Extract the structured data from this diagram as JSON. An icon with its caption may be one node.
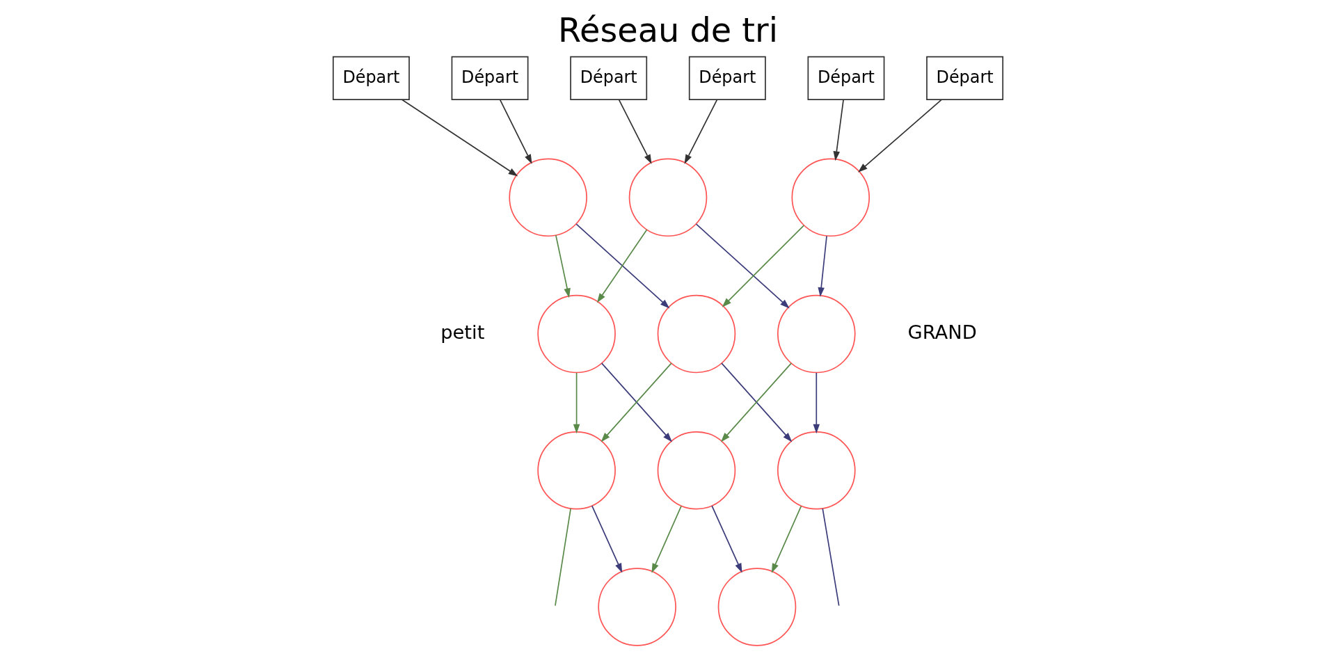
{
  "diagram": {
    "title": "Réseau de tri",
    "nodes": [
      {
        "text": [
          "Départ"
        ]
      },
      {
        "text": [
          "Départ"
        ]
      },
      {
        "text": [
          "Départ"
        ]
      },
      {
        "text": [
          "Départ"
        ]
      },
      {
        "text": [
          "Départ"
        ]
      },
      {
        "text": [
          "Départ"
        ]
      },
      {
        "text": [],
        "shape": "circle"
      },
      {
        "text": [],
        "shape": "circle"
      },
      {
        "text": [],
        "shape": "circle"
      },
      {
        "text": [],
        "shape": "circle"
      },
      {
        "text": [],
        "shape": "circle"
      },
      {
        "text": [],
        "shape": "circle"
      },
      {
        "text": [],
        "shape": "circle"
      },
      {
        "text": [],
        "shape": "circle"
      },
      {
        "text": [],
        "shape": "circle"
      },
      {
        "text": [],
        "shape": "circle"
      },
      {
        "text": [],
        "shape": "circle"
      }
    ],
    "edges": [
      {
        "from": 0,
        "to": 6,
        "arrow": "to",
        "color": "#333333"
      },
      {
        "from": 1,
        "to": 6,
        "arrow": "to",
        "color": "#333333"
      },
      {
        "from": 2,
        "to": 7,
        "arrow": "to",
        "color": "#333333"
      },
      {
        "from": 3,
        "to": 7,
        "arrow": "to",
        "color": "#333333"
      },
      {
        "from": 4,
        "to": 8,
        "arrow": "to",
        "color": "#333333"
      },
      {
        "from": 5,
        "to": 8,
        "arrow": "to",
        "color": "#333333"
      },
      {
        "from": 6,
        "to": 9,
        "arrow": "to",
        "color": "#5a8a4a"
      },
      {
        "from": 6,
        "to": 10,
        "arrow": "to",
        "color": "#3c3c7a"
      },
      {
        "from": 7,
        "to": 9,
        "arrow": "to",
        "color": "#5a8a4a"
      },
      {
        "from": 7,
        "to": 11,
        "arrow": "to",
        "color": "#3c3c7a"
      },
      {
        "from": 8,
        "to": 10,
        "arrow": "to",
        "color": "#5a8a4a"
      },
      {
        "from": 8,
        "to": 11,
        "arrow": "to",
        "color": "#3c3c7a"
      },
      {
        "from": 9,
        "to": 12,
        "arrow": "to",
        "color": "#5a8a4a"
      },
      {
        "from": 9,
        "to": 13,
        "arrow": "to",
        "color": "#3c3c7a"
      },
      {
        "from": 10,
        "to": 12,
        "arrow": "to",
        "color": "#5a8a4a"
      },
      {
        "from": 10,
        "to": 14,
        "arrow": "to",
        "color": "#3c3c7a"
      },
      {
        "from": 11,
        "to": 13,
        "arrow": "to",
        "color": "#5a8a4a"
      },
      {
        "from": 11,
        "to": 14,
        "arrow": "to",
        "color": "#3c3c7a"
      },
      {
        "from": 12,
        "to": null,
        "arrow": "none",
        "color": "#5a8a4a"
      },
      {
        "from": 12,
        "to": 15,
        "arrow": "to",
        "color": "#3c3c7a"
      },
      {
        "from": 13,
        "to": 15,
        "arrow": "to",
        "color": "#5a8a4a"
      },
      {
        "from": 13,
        "to": 16,
        "arrow": "to",
        "color": "#3c3c7a"
      },
      {
        "from": 14,
        "to": 16,
        "arrow": "to",
        "color": "#5a8a4a"
      },
      {
        "from": 14,
        "to": null,
        "arrow": "none",
        "color": "#3c3c7a"
      }
    ],
    "labels": [
      "petit",
      "GRAND"
    ]
  }
}
